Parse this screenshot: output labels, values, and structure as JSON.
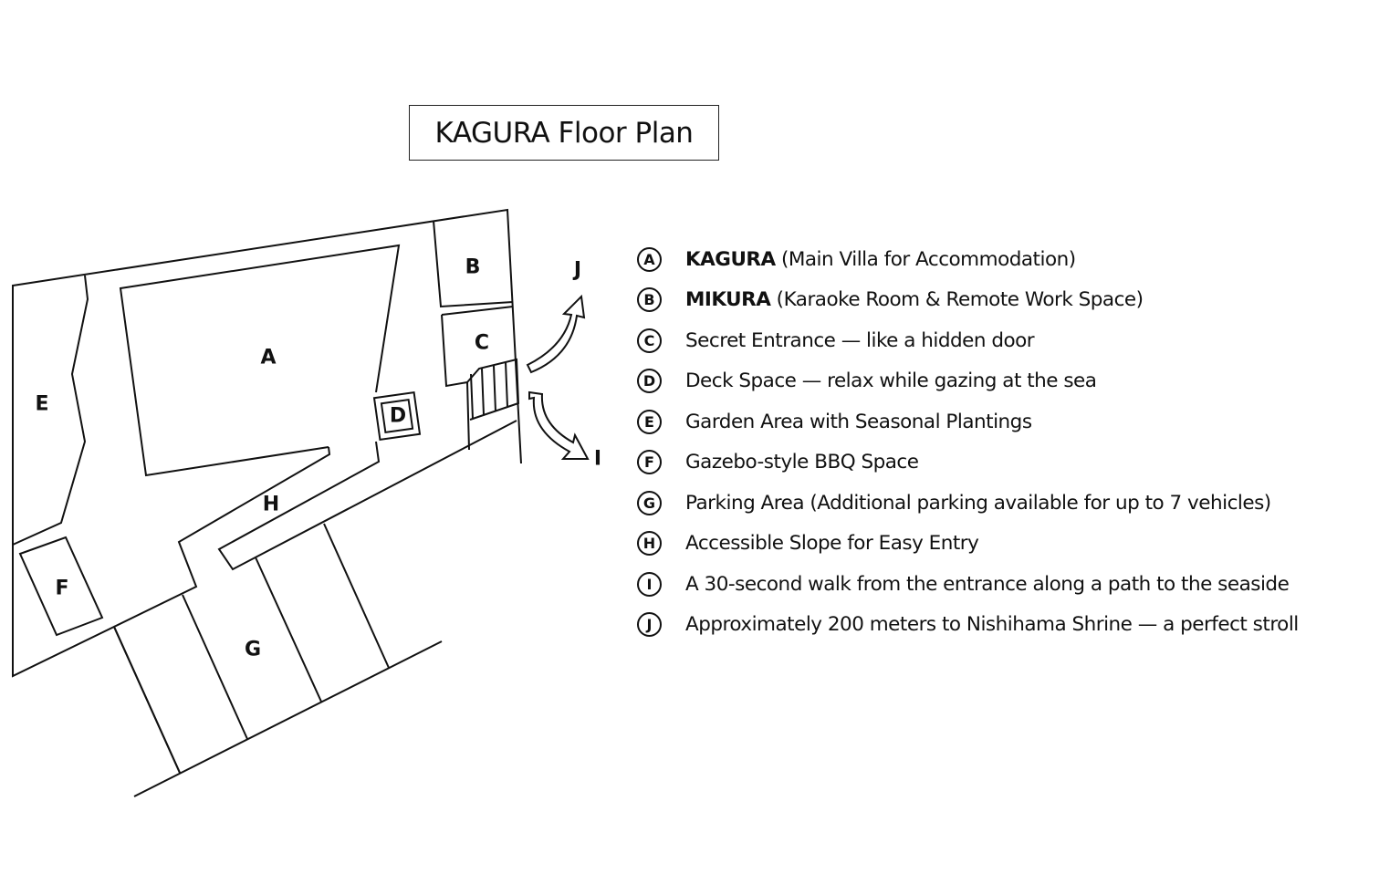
{
  "title": "KAGURA Floor Plan",
  "plan_labels": {
    "A": "A",
    "B": "B",
    "C": "C",
    "D": "D",
    "E": "E",
    "F": "F",
    "G": "G",
    "H": "H",
    "I": "I",
    "J": "J"
  },
  "legend": [
    {
      "key": "A",
      "name": "KAGURA",
      "text": " (Main Villa for Accommodation)"
    },
    {
      "key": "B",
      "name": "MIKURA",
      "text": " (Karaoke Room & Remote Work Space)"
    },
    {
      "key": "C",
      "name": "",
      "text": "Secret Entrance — like a hidden door"
    },
    {
      "key": "D",
      "name": "",
      "text": "Deck Space — relax while gazing at the sea"
    },
    {
      "key": "E",
      "name": "",
      "text": "Garden Area with Seasonal Plantings"
    },
    {
      "key": "F",
      "name": "",
      "text": "Gazebo-style BBQ Space"
    },
    {
      "key": "G",
      "name": "",
      "text": "Parking Area (Additional parking available for up to 7 vehicles)"
    },
    {
      "key": "H",
      "name": "",
      "text": "Accessible Slope for Easy Entry"
    },
    {
      "key": "I",
      "name": "",
      "text": "A 30-second walk from the entrance along a path to the seaside"
    },
    {
      "key": "J",
      "name": "",
      "text": "Approximately 200 meters to Nishihama Shrine — a perfect stroll"
    }
  ]
}
